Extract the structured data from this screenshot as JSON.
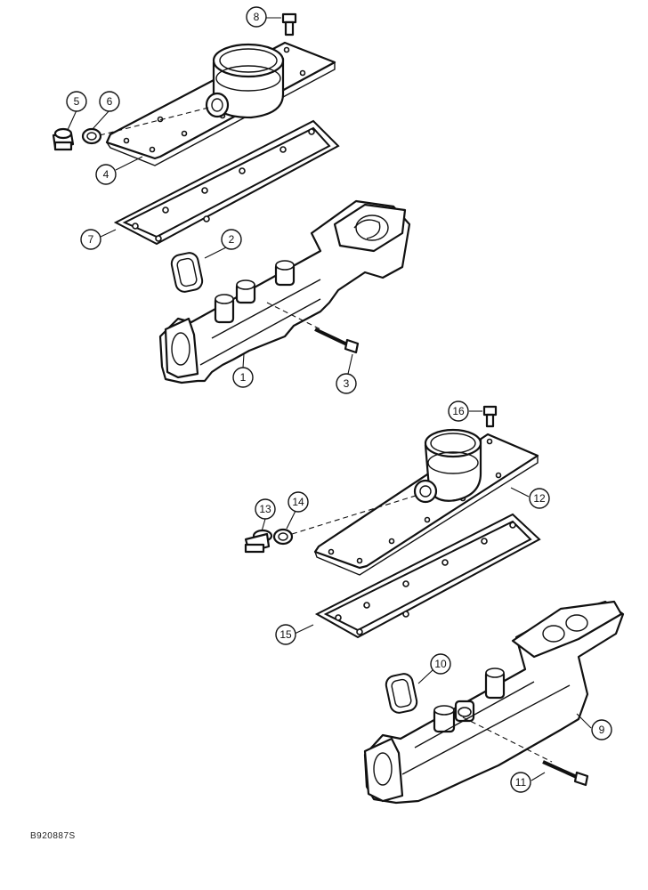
{
  "figure_id": "B920887S",
  "callouts": [
    {
      "id": "1",
      "label": "1"
    },
    {
      "id": "2",
      "label": "2"
    },
    {
      "id": "3",
      "label": "3"
    },
    {
      "id": "4",
      "label": "4"
    },
    {
      "id": "5",
      "label": "5"
    },
    {
      "id": "6",
      "label": "6"
    },
    {
      "id": "7",
      "label": "7"
    },
    {
      "id": "8",
      "label": "8"
    },
    {
      "id": "9",
      "label": "9"
    },
    {
      "id": "10",
      "label": "10"
    },
    {
      "id": "11",
      "label": "11"
    },
    {
      "id": "12",
      "label": "12"
    },
    {
      "id": "13",
      "label": "13"
    },
    {
      "id": "14",
      "label": "14"
    },
    {
      "id": "15",
      "label": "15"
    },
    {
      "id": "16",
      "label": "16"
    }
  ]
}
